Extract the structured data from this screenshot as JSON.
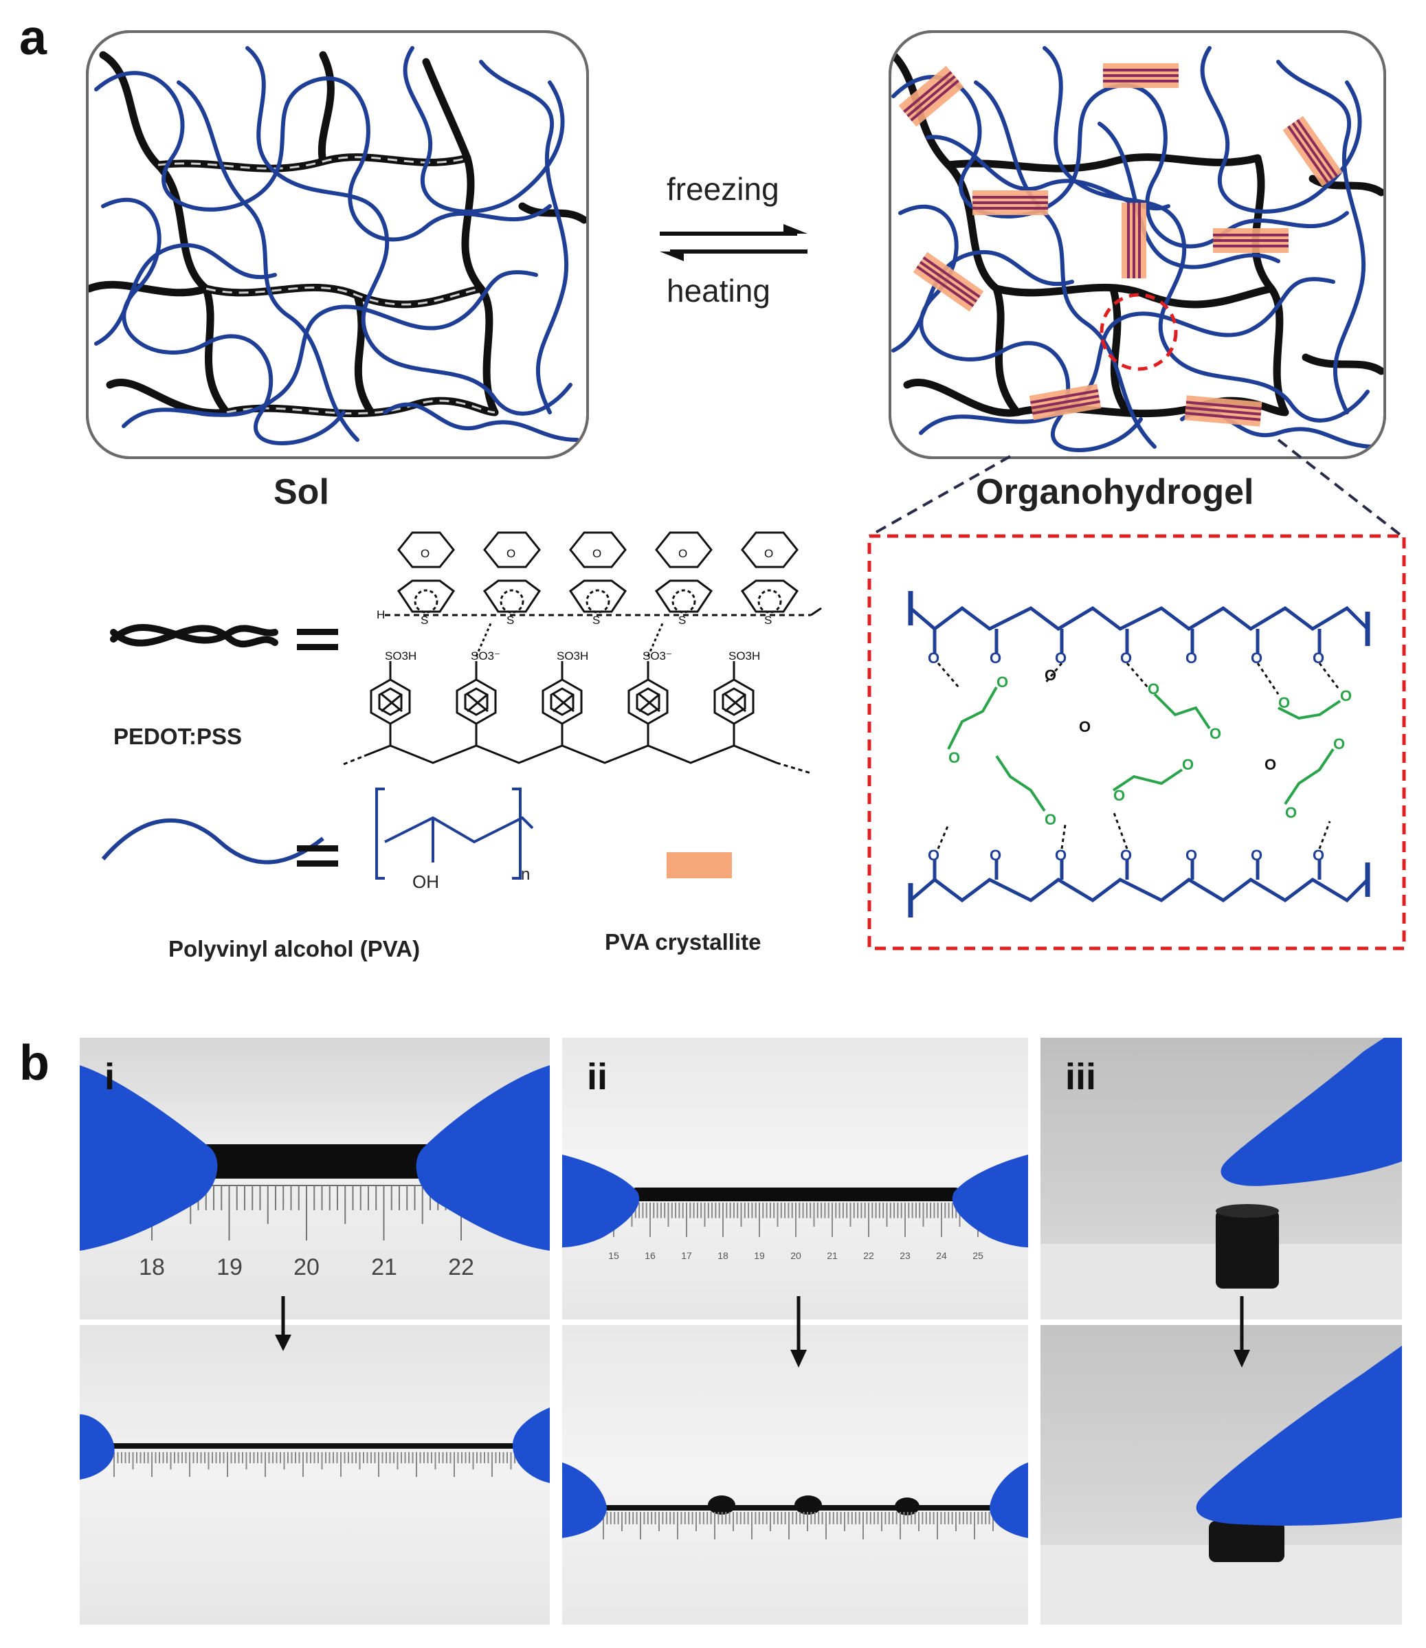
{
  "panel_a": {
    "letter": "a",
    "sol_label": "Sol",
    "organo_label": "Organohydrogel",
    "freezing_label": "freezing",
    "heating_label": "heating",
    "pedot_label": "PEDOT:PSS",
    "pva_label": "Polyvinyl alcohol (PVA)",
    "crystallite_label": "PVA crystallite",
    "equals": "=",
    "pss_group": "SO3H",
    "pss_anion": "SO3⁻",
    "sulfur": "S",
    "oxygen": "O",
    "hydrogen": "H",
    "hydroxyl": "OH",
    "repeat_n": "n"
  },
  "panel_b": {
    "letter": "b",
    "photos": [
      {
        "roman": "i",
        "top_ticks": [
          "18",
          "19",
          "20",
          "21",
          "22"
        ]
      },
      {
        "roman": "ii",
        "top_ticks": [
          "15",
          "16",
          "17",
          "18",
          "19",
          "20",
          "21",
          "22",
          "23",
          "24",
          "25"
        ]
      },
      {
        "roman": "iii"
      }
    ]
  },
  "colors": {
    "pva_blue": "#1f3f96",
    "pedot_black": "#111111",
    "crystallite_orange": "#f6a77a",
    "glycol_green": "#2aa44a",
    "highlight_red": "#e02020",
    "glove_blue": "#1e4fd0"
  }
}
